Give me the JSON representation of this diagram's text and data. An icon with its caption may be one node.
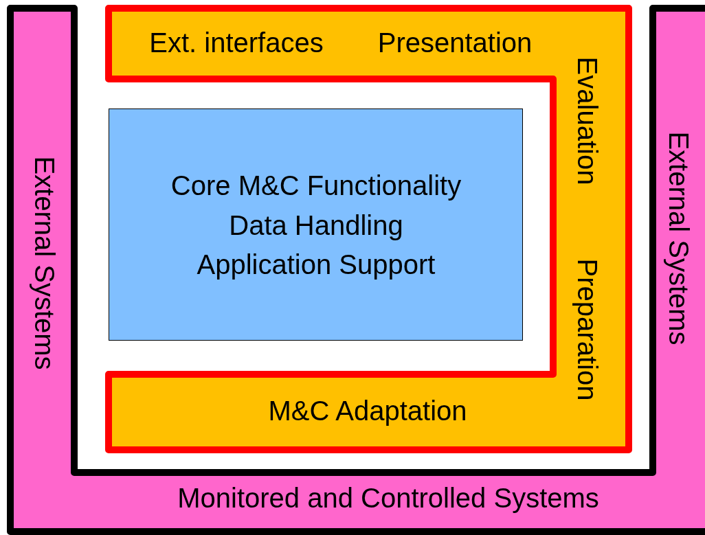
{
  "diagram": {
    "nodes": [
      {
        "text": [
          "External Systems",
          "External Systems",
          "Monitored and Controlled Systems"
        ]
      },
      {
        "text": [
          "Ext. interfaces",
          "Presentation",
          "Evaluation",
          "Preparation",
          "M&C Adaptation"
        ],
        "in": 0
      },
      {
        "text": [
          "Core M&C Functionality",
          "Data Handling",
          "Application Support"
        ],
        "in": 0
      }
    ]
  }
}
